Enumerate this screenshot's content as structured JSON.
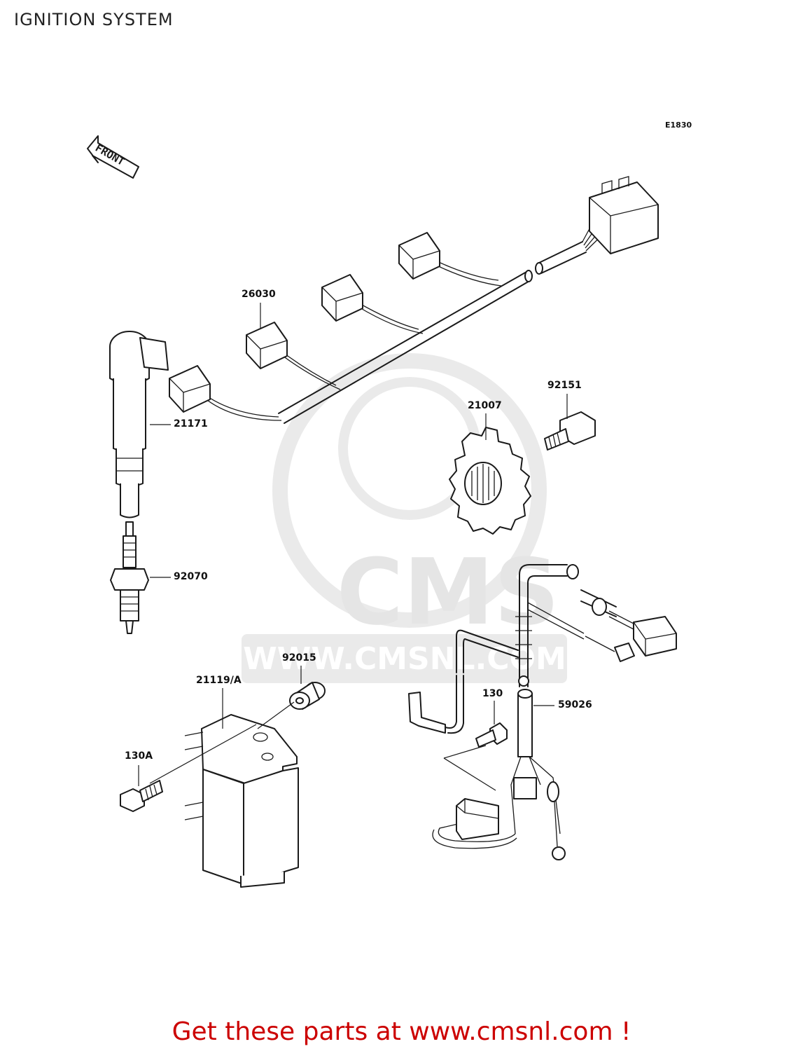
{
  "title": "IGNITION SYSTEM",
  "diagram_code": "E1830",
  "front_label": "FRONT",
  "watermark": {
    "logo_text": "CMS",
    "url_text": "WWW.CMSNL.COM"
  },
  "parts": [
    {
      "id": "26030",
      "label": "26030",
      "name": "Ignition coil harness"
    },
    {
      "id": "21171",
      "label": "21171",
      "name": "Stick ignition coil"
    },
    {
      "id": "92070",
      "label": "92070",
      "name": "Spark plug"
    },
    {
      "id": "21007",
      "label": "21007",
      "name": "Rotor"
    },
    {
      "id": "92151",
      "label": "92151",
      "name": "Bolt"
    },
    {
      "id": "92015",
      "label": "92015",
      "name": "Damper"
    },
    {
      "id": "21119A",
      "label": "21119/A",
      "name": "Igniter"
    },
    {
      "id": "130A",
      "label": "130A",
      "name": "Bolt"
    },
    {
      "id": "130",
      "label": "130",
      "name": "Bolt"
    },
    {
      "id": "59026",
      "label": "59026",
      "name": "Pickup coil"
    }
  ],
  "footer": "Get these parts at www.cmsnl.com !",
  "colors": {
    "line": "#1a1a1a",
    "watermark": "#d9d9d9",
    "footer": "#cc0000"
  }
}
